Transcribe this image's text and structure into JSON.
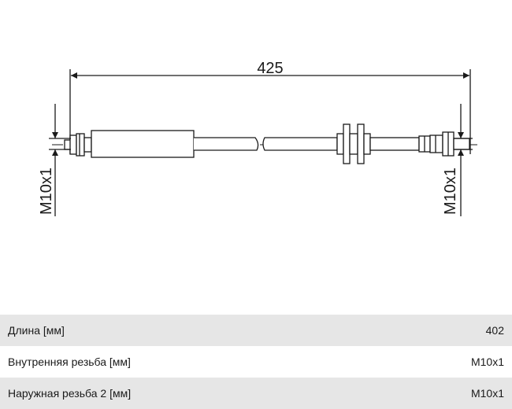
{
  "drawing": {
    "length_dimension": "425",
    "thread_left": "M10x1",
    "thread_right": "M10x1"
  },
  "specs": [
    {
      "label": "Длина [мм]",
      "value": "402"
    },
    {
      "label": "Внутренняя резьба [мм]",
      "value": "M10x1"
    },
    {
      "label": "Наружная резьба 2 [мм]",
      "value": "M10x1"
    }
  ]
}
